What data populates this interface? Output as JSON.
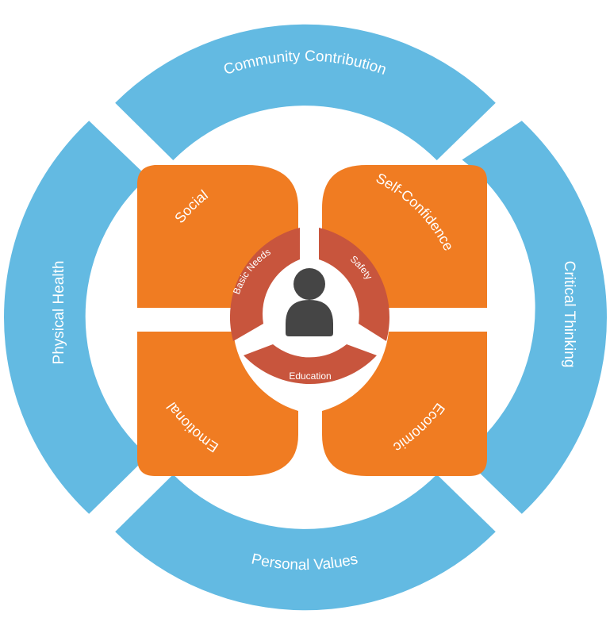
{
  "colors": {
    "outer_ring": "#63BAE2",
    "middle_ring": "#F07C22",
    "inner_ring": "#C8553D",
    "person_icon": "#454545",
    "gap": "#ffffff"
  },
  "outer_ring": {
    "top": "Community Contribution",
    "right": "Critical Thinking",
    "bottom": "Personal Values",
    "left": "Physical Health"
  },
  "middle_ring": {
    "top_left": "Social",
    "top_right": "Self-Confidence",
    "bottom_right": "Economic",
    "bottom_left": "Emotional"
  },
  "inner_ring": {
    "upper_left": "Basic Needs",
    "upper_right": "Safety",
    "bottom": "Education"
  },
  "center": {
    "icon": "person-icon"
  }
}
